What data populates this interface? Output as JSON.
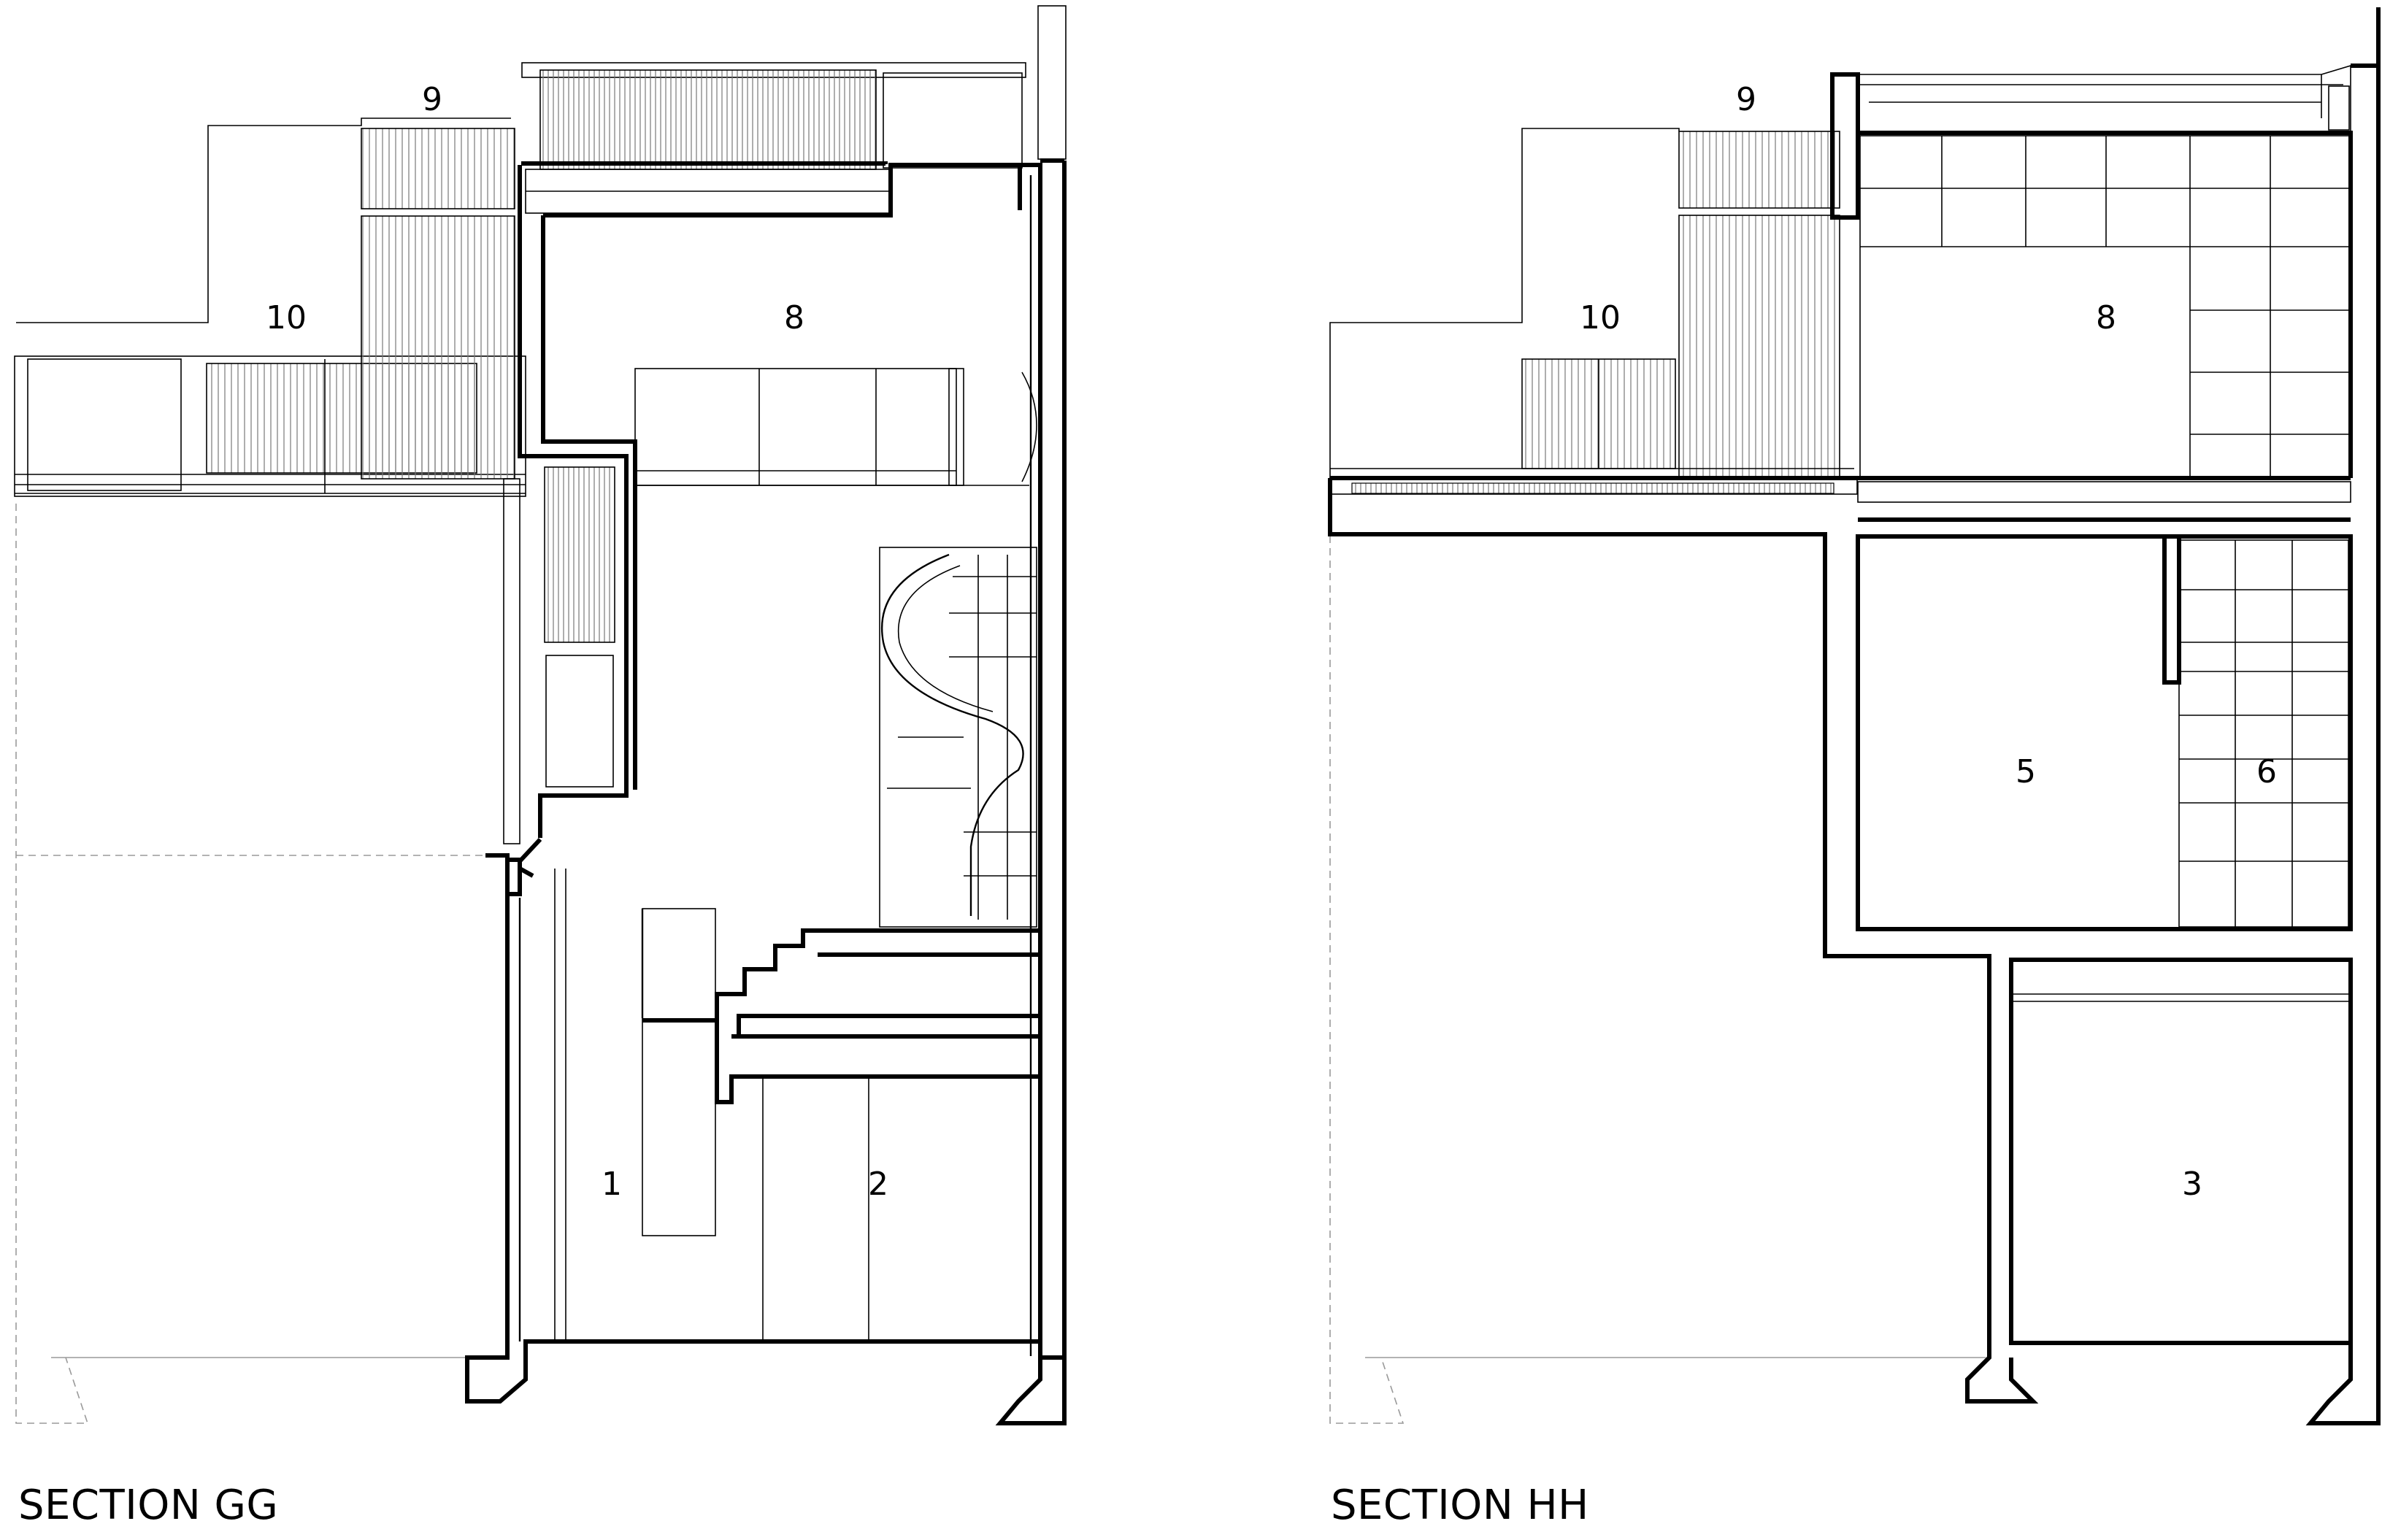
{
  "sections": [
    {
      "caption": "SECTION GG",
      "rooms": [
        "9",
        "10",
        "8",
        "1",
        "2"
      ]
    },
    {
      "caption": "SECTION HH",
      "rooms": [
        "9",
        "10",
        "8",
        "5",
        "6",
        "3"
      ]
    }
  ],
  "line_color": "#000000",
  "ghost_line_color": "#9a9a9a"
}
